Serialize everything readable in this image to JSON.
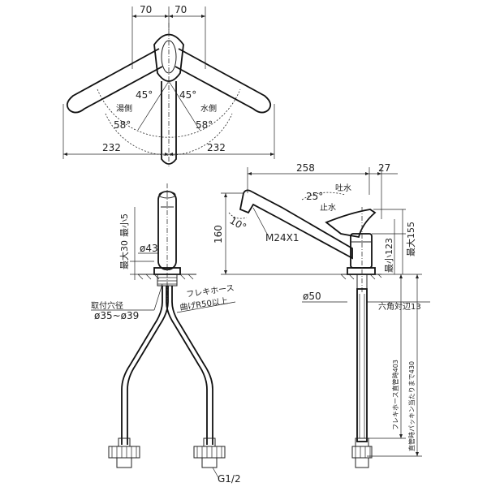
{
  "top_view": {
    "dim_left_70": "70",
    "dim_right_70": "70",
    "angle_left_45": "45°",
    "angle_right_45": "45°",
    "label_hot": "湯側",
    "label_cold": "水側",
    "angle_left_58": "58°",
    "angle_right_58": "58°",
    "dim_left_232": "232",
    "dim_right_232": "232"
  },
  "front_view": {
    "max_30_label": "最大30",
    "min_5_label": "最小5",
    "dia_43": "ø43",
    "mount_hole_label": "取付穴径",
    "mount_hole_range": "ø35~ø39",
    "flex_hose_label": "フレキホース",
    "bend_radius_label": "曲げR50以上",
    "thread_label": "G1/2"
  },
  "side_view": {
    "dim_258": "258",
    "dim_27": "27",
    "angle_25": "25°",
    "label_spout": "吐水",
    "label_stop": "止水",
    "angle_10": "10°",
    "thread_m24": "M24X1",
    "dim_160": "160",
    "min_123": "最小123",
    "max_155": "最大155",
    "dia_50": "ø50",
    "hex_13": "六角対辺13",
    "hose_straight": "フレキホース直管時403",
    "packing_430": "直管時パッキン当たりまで430"
  }
}
